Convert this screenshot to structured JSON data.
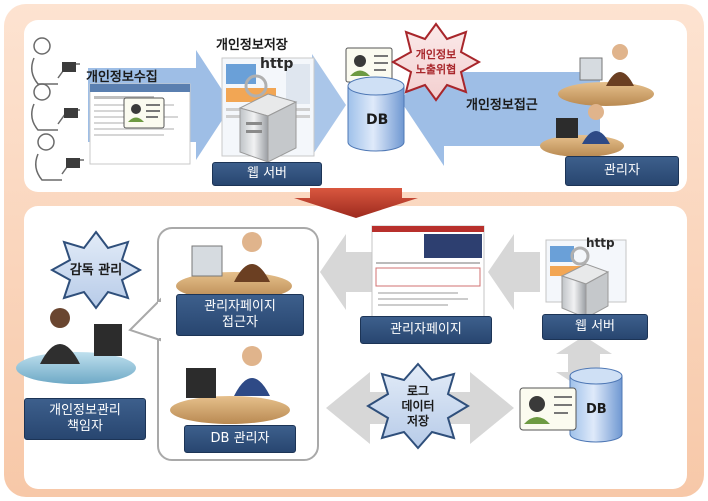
{
  "top": {
    "collect_label": "개인정보수집",
    "store_label": "개인정보저장",
    "db_label": "DB",
    "http_label": "http",
    "risk_star": [
      "개인정보",
      "노출위협"
    ],
    "access_label": "개인정보접근",
    "web_server": "웹 서버",
    "admin": "관리자"
  },
  "bottom": {
    "supervise_star": "감독 관리",
    "chief": [
      "개인정보관리",
      "책임자"
    ],
    "admin_page_accessor": [
      "관리자페이지",
      "접근자"
    ],
    "db_admin": "DB 관리자",
    "admin_page": "관리자페이지",
    "web_server": "웹 서버",
    "http_label": "http",
    "log_star": [
      "로그",
      "데이터",
      "저장"
    ],
    "db_label": "DB"
  },
  "colors": {
    "outer_frame": "#fbd7be",
    "navy_box": "#2f4f7b",
    "blue_arrow": "#8db3e2",
    "gray_arrow": "#d7d7d7",
    "down_arrow": "#b83a2c",
    "risk_star_fill": "#f6e0e0",
    "star_fill": "#c6d7ef"
  }
}
